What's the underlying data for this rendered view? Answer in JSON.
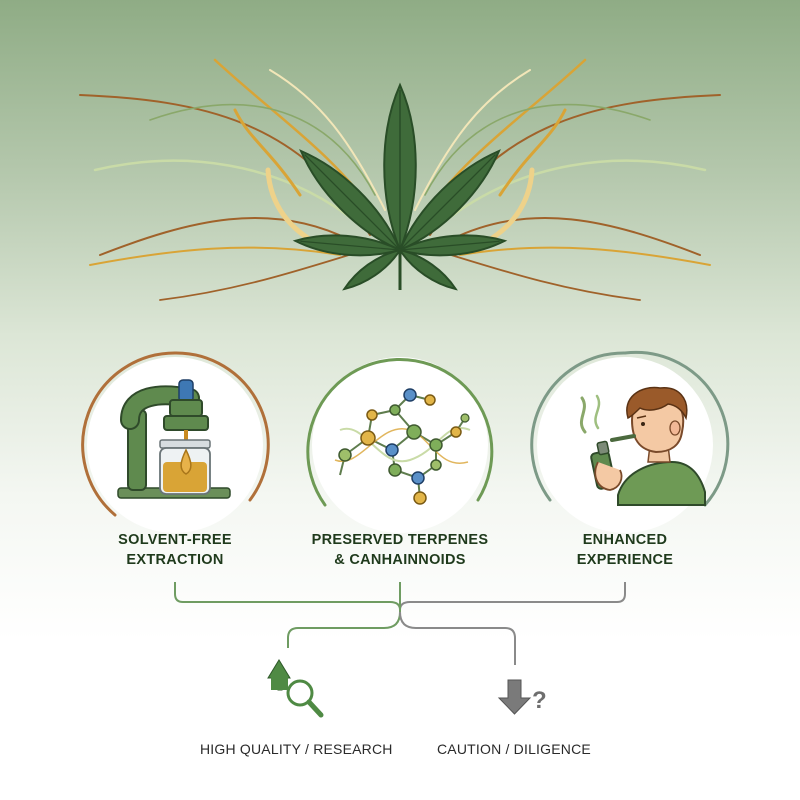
{
  "colors": {
    "leaf": "#3f6b3a",
    "leaf_dark": "#294d27",
    "ornament_brown": "#a0622a",
    "ornament_gold": "#d9a436",
    "ornament_light": "#c9dba7",
    "ring_brown": "#b0703a",
    "ring_green": "#6e9a55",
    "ring_gray": "#7d9a87",
    "connector": "#6f9c62",
    "arrow_up": "#4f8a44",
    "arrow_down": "#7a7a7a"
  },
  "benefits": [
    {
      "line1": "SOLVENT-FREE",
      "line2": "EXTRACTION",
      "icon": "press-icon"
    },
    {
      "line1": "PRESERVED TERPENES",
      "line2": "& CANHAINNOIDS",
      "icon": "molecule-icon"
    },
    {
      "line1": "ENHANCED",
      "line2": "EXPERIENCE",
      "icon": "person-vaping-icon"
    }
  ],
  "outcomes": [
    {
      "label": "HIGH QUALITY / RESEARCH",
      "icon": "magnifier-up-icon"
    },
    {
      "label": "CAUTION / DILIGENCE",
      "icon": "arrow-down-question-icon"
    }
  ],
  "question_mark": "?"
}
